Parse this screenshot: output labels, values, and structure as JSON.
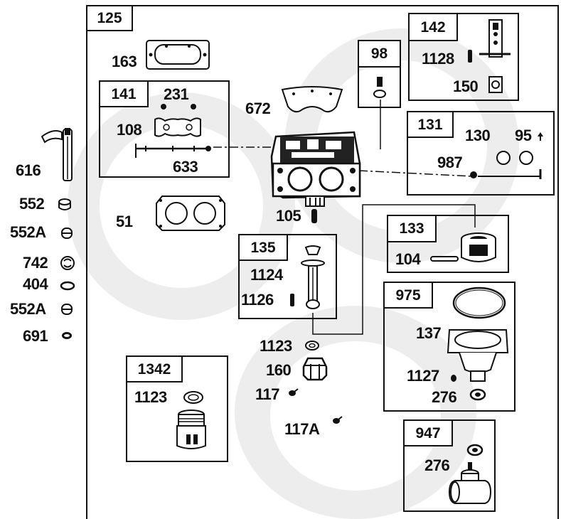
{
  "main_box": "125",
  "boxes": {
    "b142": "142",
    "b98": "98",
    "b141": "141",
    "b131": "131",
    "b133": "133",
    "b135": "135",
    "b975": "975",
    "b1342": "1342",
    "b947": "947"
  },
  "labels": {
    "p163": "163",
    "p231": "231",
    "p108": "108",
    "p633": "633",
    "p672": "672",
    "p1128": "1128",
    "p150": "150",
    "p130": "130",
    "p95": "95",
    "p987": "987",
    "p616": "616",
    "p552": "552",
    "p552a1": "552A",
    "p742": "742",
    "p404": "404",
    "p552a2": "552A",
    "p691": "691",
    "p51": "51",
    "p105": "105",
    "p104": "104",
    "p1124": "1124",
    "p1126": "1126",
    "p137": "137",
    "p1127": "1127",
    "p276a": "276",
    "p1123a": "1123",
    "p160": "160",
    "p117": "117",
    "p117a": "117A",
    "p1123b": "1123",
    "p276b": "276"
  },
  "colors": {
    "ink": "#111111",
    "watermark": "#ededed",
    "background": "#ffffff"
  }
}
